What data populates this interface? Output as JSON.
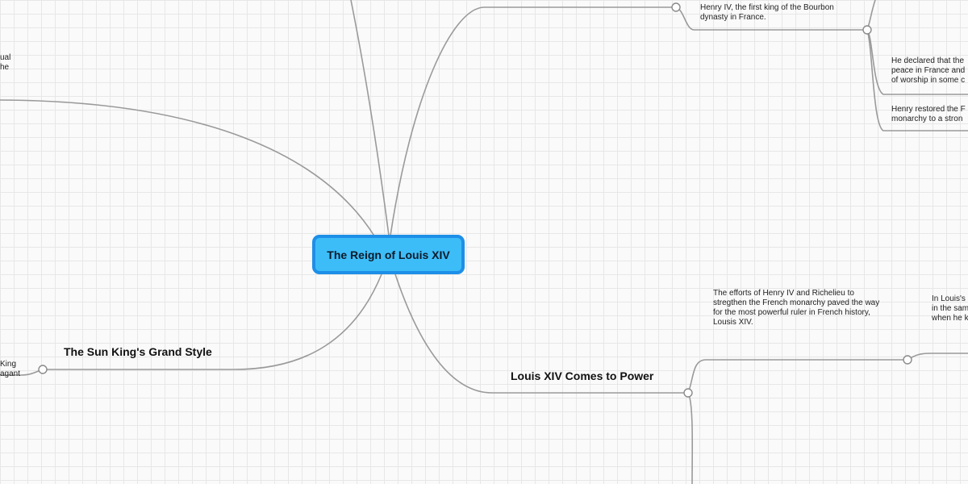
{
  "root": {
    "title": "The Reign of Louis XIV"
  },
  "branches": {
    "sun_king": {
      "title": "The Sun King's Grand Style"
    },
    "louis_power": {
      "title": "Louis XIV Comes to Power"
    }
  },
  "notes": {
    "henry_iv": [
      "Henry IV, the first king of the Bourbon",
      "dynasty in France."
    ],
    "henry_declared": [
      "He declared that the",
      "peace in France and",
      "of worship in some c"
    ],
    "henry_restored": [
      "Henry restored the F",
      "monarchy to a stron"
    ],
    "efforts": [
      "The efforts of Henry IV and Richelieu to",
      "stregthen the French monarchy paved the way",
      "for the most powerful ruler in French history,",
      "Lousis XIV."
    ],
    "in_louis": [
      "In Louis's",
      "in the sam",
      "when he k"
    ],
    "left_top": [
      "ual",
      "he"
    ],
    "left_bottom": [
      "King",
      "agant"
    ]
  },
  "colors": {
    "root_fill": "#3dbdf7",
    "root_border": "#1e8fe8",
    "connector": "#9a9a9a",
    "grid": "#e7e7e7",
    "background": "#fafafa"
  }
}
